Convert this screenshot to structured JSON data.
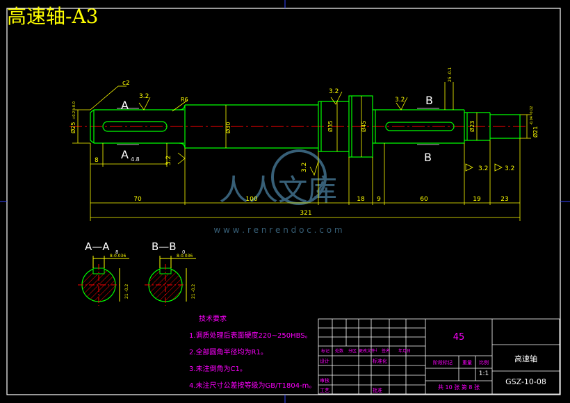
{
  "drawing": {
    "title": "高速轴-A3",
    "watermark": {
      "logo_text": "人人文库",
      "url": "w w w . r e n r e n d o c . c o m"
    },
    "labels": {
      "chamfer": "c2",
      "fillet": "R6",
      "section_a": "A",
      "section_a_bottom": "A",
      "section_a_sub": "4.8",
      "section_b": "B",
      "section_b_bottom": "B",
      "left_groove": "8",
      "roughness": "3.2",
      "dia_25": "Ø25",
      "dia_25_tol": "+0.2\n+0.0",
      "dia_30": "Ø30",
      "dia_35": "Ø35",
      "dia_45": "Ø45",
      "dia_23": "Ø23",
      "dia_21": "Ø21",
      "dia_21_tol": "-0.04\n-0.02",
      "top_tol": "25 -0.1",
      "view_a": "A—A",
      "view_a_sub": "8",
      "view_b": "B—B",
      "view_b_sub": "0",
      "view_a_key": "8-0.036",
      "view_b_key": "8-0.036",
      "view_a_depth": "21 -0.2",
      "view_b_depth": "21 -0.2"
    },
    "dimensions": [
      "70",
      "100",
      "18",
      "9",
      "60",
      "19",
      "23"
    ],
    "total_length": "321"
  },
  "notes": {
    "heading": "技术要求",
    "items": [
      "1.调质处理后表面硬度220~250HBS。",
      "2.全部圆角半径均为R1。",
      "3.未注倒角为C1。",
      "4.未注尺寸公差按等级为GB/T1804-m。"
    ]
  },
  "titleblock": {
    "material": "45",
    "part_name": "高速轴",
    "drawing_no": "GSZ-10-08",
    "scale": "1:1",
    "sheets": "共 10 张 第 8 张",
    "headers": [
      "标记",
      "处数",
      "分区",
      "更改文件号",
      "签名",
      "年月日"
    ],
    "row_labels": [
      "设计",
      "审核",
      "工艺"
    ],
    "standardize": "标准化",
    "approve": "批准",
    "stage_mark": "阶段标记",
    "weight": "重量",
    "ratio": "比例"
  },
  "colors": {
    "background": "#000000",
    "outline": "#00ff00",
    "dimension": "#ffff00",
    "centerline": "#ff0000",
    "frame": "#ffffff",
    "hatch": "#ff0000",
    "notes": "#ff00ff",
    "watermark": "#4a7f9f"
  }
}
